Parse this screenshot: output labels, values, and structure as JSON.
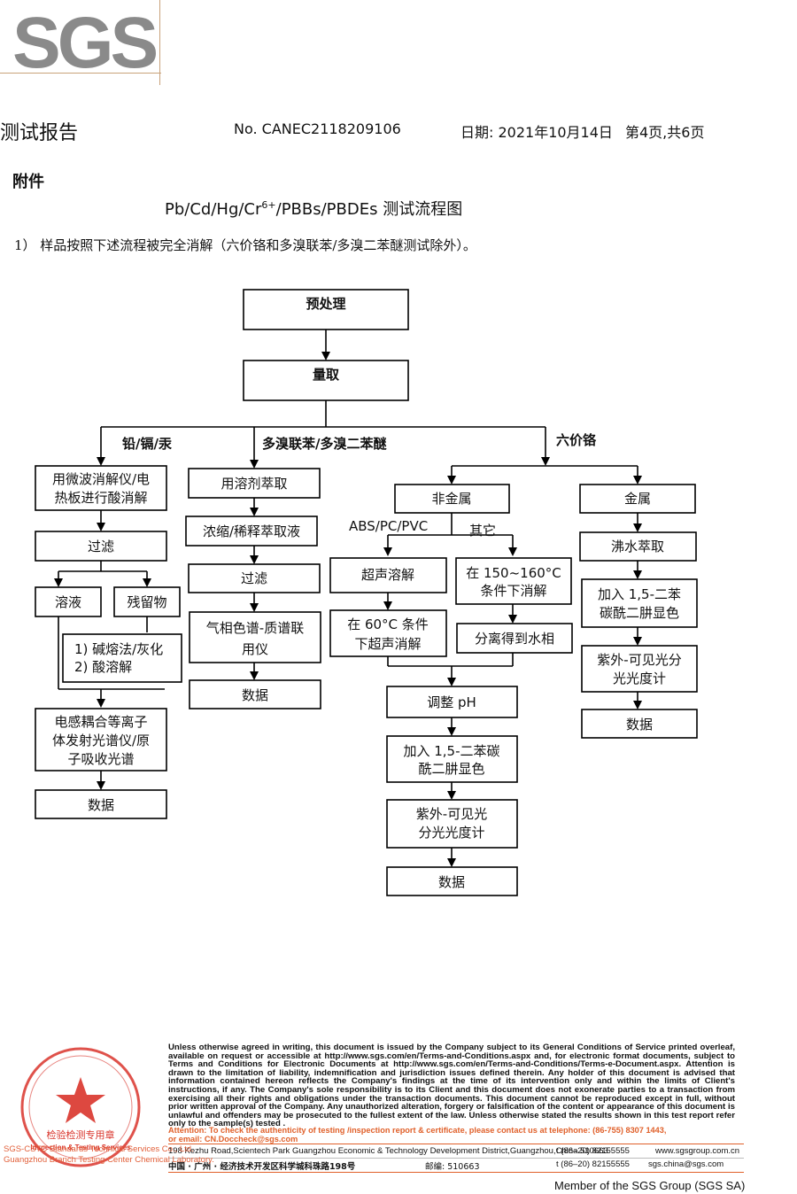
{
  "logo": "SGS",
  "header": {
    "report_title": "测试报告",
    "report_no": "No. CANEC2118209106",
    "date": "日期: 2021年10月14日",
    "page": "第4页,共6页"
  },
  "attachment_label": "附件",
  "flow_title_prefix": "Pb/Cd/Hg/Cr",
  "flow_title_sup": "6+",
  "flow_title_suffix": "/PBBs/PBDEs 测试流程图",
  "note": "1） 样品按照下述流程被完全消解（六价铬和多溴联苯/多溴二苯醚测试除外）。",
  "flow": {
    "pretreatment": "预处理",
    "measure": "量取",
    "branch_heavy_metals": "铅/镉/汞",
    "branch_pbb": "多溴联苯/多溴二苯醚",
    "branch_cr6": "六价铬",
    "hm_digest_1": "用微波消解仪/电",
    "hm_digest_2": "热板进行酸消解",
    "hm_filter": "过滤",
    "hm_solution": "溶液",
    "hm_residue": "残留物",
    "hm_residue_step1": "1) 碱熔法/灰化",
    "hm_residue_step2": "2) 酸溶解",
    "hm_icp_1": "电感耦合等离子",
    "hm_icp_2": "体发射光谱仪/原",
    "hm_icp_3": "子吸收光谱",
    "hm_data": "数据",
    "pbb_extract": "用溶剂萃取",
    "pbb_concentrate": "浓缩/稀释萃取液",
    "pbb_filter": "过滤",
    "pbb_gcms_1": "气相色谱-质谱联",
    "pbb_gcms_2": "用仪",
    "pbb_data": "数据",
    "nonmetal": "非金属",
    "abs_label": "ABS/PC/PVC",
    "other_label": "其它",
    "ultrasonic": "超声溶解",
    "ultra60_1": "在 60°C 条件",
    "ultra60_2": "下超声消解",
    "digest150_1": "在 150~160°C",
    "digest150_2": "条件下消解",
    "separate": "分离得到水相",
    "adjust_ph": "调整 pH",
    "nm_dpc_1": "加入 1,5-二苯碳",
    "nm_dpc_2": "酰二肼显色",
    "nm_uv_1": "紫外-可见光",
    "nm_uv_2": "分光光度计",
    "nm_data": "数据",
    "metal": "金属",
    "boil": "沸水萃取",
    "m_dpc_1": "加入 1,5-二苯",
    "m_dpc_2": "碳酰二肼显色",
    "m_uv_1": "紫外-可见光分",
    "m_uv_2": "光光度计",
    "m_data": "数据"
  },
  "footer": {
    "disclaimer": "Unless otherwise agreed in writing, this document is issued by the Company subject to its General Conditions of Service printed overleaf, available on request or accessible at http://www.sgs.com/en/Terms-and-Conditions.aspx and, for electronic format documents, subject to Terms and Conditions for Electronic Documents at http://www.sgs.com/en/Terms-and-Conditions/Terms-e-Document.aspx. Attention is drawn to the limitation of liability, indemnification and jurisdiction issues defined therein. Any holder of this document is advised that information contained hereon reflects the Company's findings at the time of its intervention only and within the limits of Client's instructions, if any. The Company's sole responsibility is to its Client and this document does not exonerate parties to a transaction from exercising all their rights and obligations under the transaction documents. This document cannot be reproduced except in full, without prior written approval of the Company. Any unauthorized alteration, forgery or falsification of the content or appearance of this document is unlawful and offenders may be prosecuted to the fullest extent of the law. Unless otherwise stated the results shown in this test report refer only to the sample(s) tested .",
    "attention": "Attention: To check the authenticity of testing /inspection report & certificate, please contact us at telephone: (86-755) 8307 1443,",
    "attention_email": "or email: CN.Doccheck@sgs.com",
    "addr_en": "198 Kezhu Road,Scientech Park Guangzhou Economic & Technology Development District,Guangzhou,China  510663",
    "addr_en_tel": "t (86–20) 82155555",
    "addr_en_web": "www.sgsgroup.com.cn",
    "addr_cn": "中国 · 广州 · 经济技术开发区科学城科珠路198号",
    "addr_cn_post": "邮编: 510663",
    "addr_cn_tel": "t (86–20) 82155555",
    "addr_cn_mail": "sgs.china@sgs.com",
    "left_line1": "SGS-CSTC Standards Technical Services Co., Ltd.",
    "left_line2": "Guangzhou Branch Testing Center Chemical Laboratory.",
    "stamp_text": "检验检测专用章",
    "stamp_en": "Inspection & Testing Services",
    "member": "Member of the SGS Group (SGS SA)"
  },
  "colors": {
    "logo": "#8a8a8a",
    "accent": "#e0602a",
    "stamp": "#d9342b"
  }
}
